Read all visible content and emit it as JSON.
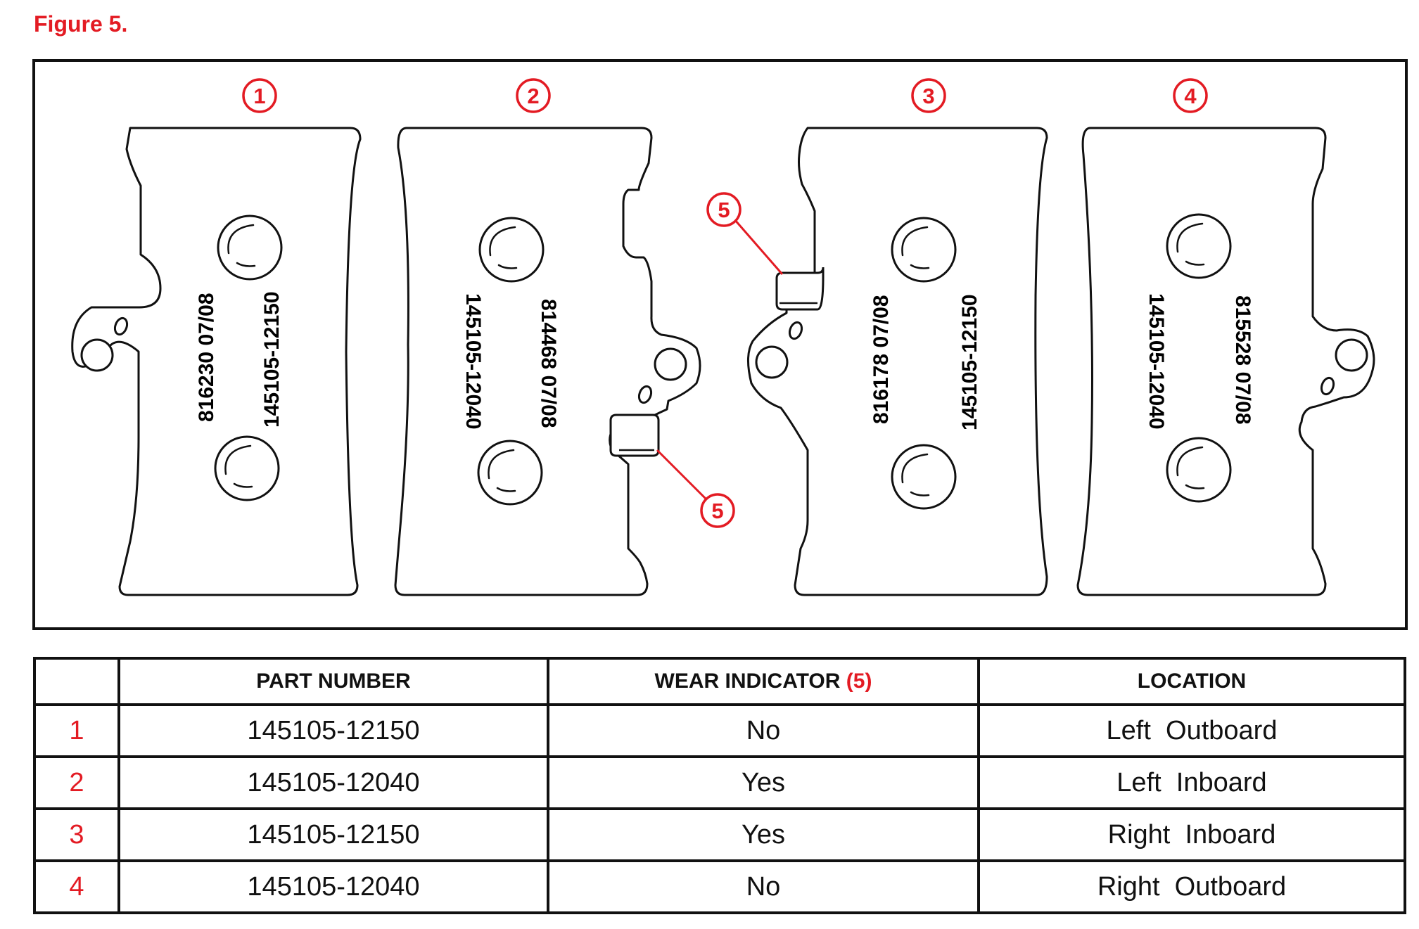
{
  "figure_title": "Figure 5.",
  "callouts": {
    "pad_1": "1",
    "pad_2": "2",
    "pad_3": "3",
    "pad_4": "4",
    "wear_indicator": "5"
  },
  "pads": [
    {
      "stamp_date": "816230 07/08",
      "part_number": "145105-12150"
    },
    {
      "stamp_date": "814468 07/08",
      "part_number": "145105-12040"
    },
    {
      "stamp_date": "816178 07/08",
      "part_number": "145105-12150"
    },
    {
      "stamp_date": "815528 07/08",
      "part_number": "145105-12040"
    }
  ],
  "table": {
    "headers": {
      "index": "",
      "part_number": "PART NUMBER",
      "wear_indicator": "WEAR INDICATOR",
      "wear_indicator_ref": "(5)",
      "location": "LOCATION"
    },
    "rows": [
      {
        "index": "1",
        "part_number": "145105-12150",
        "wear_indicator": "No",
        "location": "Left  Outboard"
      },
      {
        "index": "2",
        "part_number": "145105-12040",
        "wear_indicator": "Yes",
        "location": "Left  Inboard"
      },
      {
        "index": "3",
        "part_number": "145105-12150",
        "wear_indicator": "Yes",
        "location": "Right  Inboard"
      },
      {
        "index": "4",
        "part_number": "145105-12040",
        "wear_indicator": "No",
        "location": "Right  Outboard"
      }
    ]
  },
  "colors": {
    "callout_red": "#e31b23",
    "line": "#111111"
  }
}
